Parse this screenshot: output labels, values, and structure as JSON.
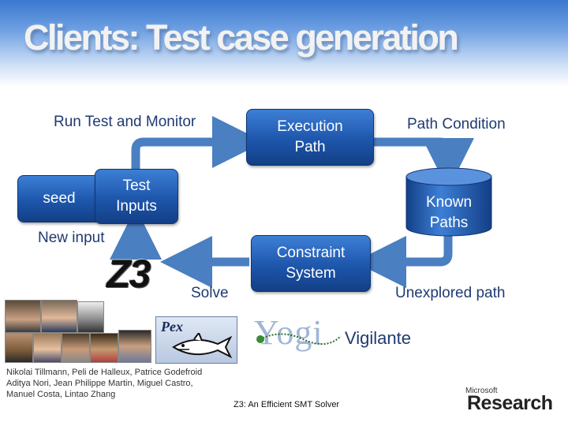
{
  "slide": {
    "title": "Clients: Test case generation"
  },
  "diagram": {
    "run_label": "Run Test and Monitor",
    "execution_path": [
      "Execution",
      "Path"
    ],
    "path_condition": "Path Condition",
    "seed": "seed",
    "test_inputs": [
      "Test",
      "Inputs"
    ],
    "known_paths": [
      "Known",
      "Paths"
    ],
    "new_input": "New input",
    "constraint_system": [
      "Constraint",
      "System"
    ],
    "solve": "Solve",
    "unexplored_path": "Unexplored path",
    "z3_logo_text": "Z3"
  },
  "tools": {
    "pex_logo_text": "Pex",
    "yogi_logo_text": "Yogi",
    "vigilante": "Vigilante"
  },
  "credits": {
    "names": [
      "Nikolai Tillmann, Peli de Halleux, Patrice Godefroid",
      "Aditya Nori, Jean Philippe Martin, Miguel Castro,",
      "Manuel Costa, Lintao Zhang"
    ],
    "citation": "Z3: An Efficient SMT Solver"
  },
  "footer": {
    "ms_small": "Microsoft",
    "research": "Research"
  },
  "colors": {
    "box_blue": "#1d56ab",
    "label_blue": "#1f3a72",
    "arrow_blue": "#4a7fc1"
  }
}
